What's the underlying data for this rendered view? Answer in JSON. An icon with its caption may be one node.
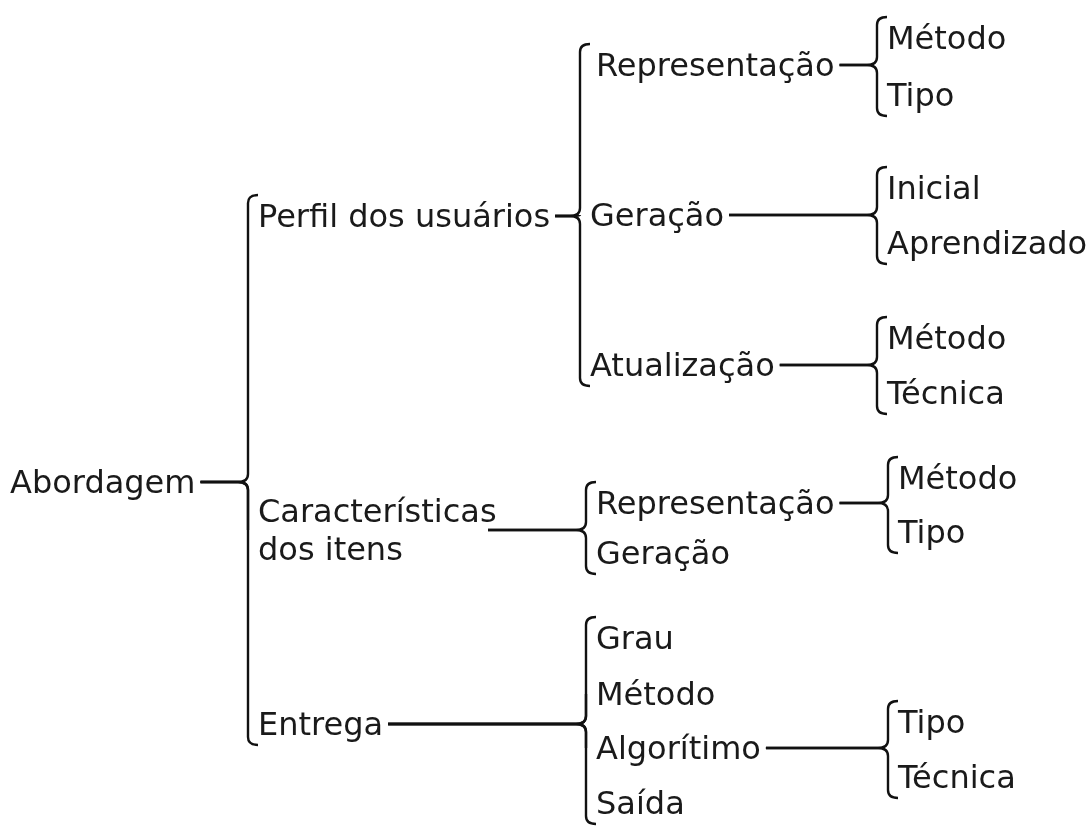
{
  "diagram": {
    "nodes": [
      {
        "text": [
          "Abordagem"
        ]
      },
      {
        "text": [
          "Perfil dos usuários"
        ]
      },
      {
        "text": [
          "Representação"
        ]
      },
      {
        "text": [
          "Método"
        ]
      },
      {
        "text": [
          "Tipo"
        ]
      },
      {
        "text": [
          "Geração"
        ]
      },
      {
        "text": [
          "Inicial"
        ]
      },
      {
        "text": [
          "Aprendizado"
        ]
      },
      {
        "text": [
          "Atualização"
        ]
      },
      {
        "text": [
          "Método"
        ]
      },
      {
        "text": [
          "Técnica"
        ]
      },
      {
        "text": [
          "Características dos itens"
        ]
      },
      {
        "text": [
          "Representação"
        ]
      },
      {
        "text": [
          "Método"
        ]
      },
      {
        "text": [
          "Tipo"
        ]
      },
      {
        "text": [
          "Geração"
        ]
      },
      {
        "text": [
          "Entrega"
        ]
      },
      {
        "text": [
          "Grau"
        ]
      },
      {
        "text": [
          "Método"
        ]
      },
      {
        "text": [
          "Algorítimo"
        ]
      },
      {
        "text": [
          "Tipo"
        ]
      },
      {
        "text": [
          "Técnica"
        ]
      },
      {
        "text": [
          "Saída"
        ]
      }
    ],
    "edges": [
      {
        "from": 0,
        "to": 1,
        "arrow": "none"
      },
      {
        "from": 0,
        "to": 11,
        "arrow": "none"
      },
      {
        "from": 0,
        "to": 16,
        "arrow": "none"
      },
      {
        "from": 1,
        "to": 2,
        "arrow": "none"
      },
      {
        "from": 1,
        "to": 5,
        "arrow": "none"
      },
      {
        "from": 1,
        "to": 8,
        "arrow": "none"
      },
      {
        "from": 2,
        "to": 3,
        "arrow": "none"
      },
      {
        "from": 2,
        "to": 4,
        "arrow": "none"
      },
      {
        "from": 5,
        "to": 6,
        "arrow": "none"
      },
      {
        "from": 5,
        "to": 7,
        "arrow": "none"
      },
      {
        "from": 8,
        "to": 9,
        "arrow": "none"
      },
      {
        "from": 8,
        "to": 10,
        "arrow": "none"
      },
      {
        "from": 11,
        "to": 12,
        "arrow": "none"
      },
      {
        "from": 11,
        "to": 15,
        "arrow": "none"
      },
      {
        "from": 12,
        "to": 13,
        "arrow": "none"
      },
      {
        "from": 12,
        "to": 14,
        "arrow": "none"
      },
      {
        "from": 16,
        "to": 17,
        "arrow": "none"
      },
      {
        "from": 16,
        "to": 18,
        "arrow": "none"
      },
      {
        "from": 16,
        "to": 19,
        "arrow": "none"
      },
      {
        "from": 16,
        "to": 22,
        "arrow": "none"
      },
      {
        "from": 19,
        "to": 20,
        "arrow": "none"
      },
      {
        "from": 19,
        "to": 21,
        "arrow": "none"
      }
    ]
  }
}
